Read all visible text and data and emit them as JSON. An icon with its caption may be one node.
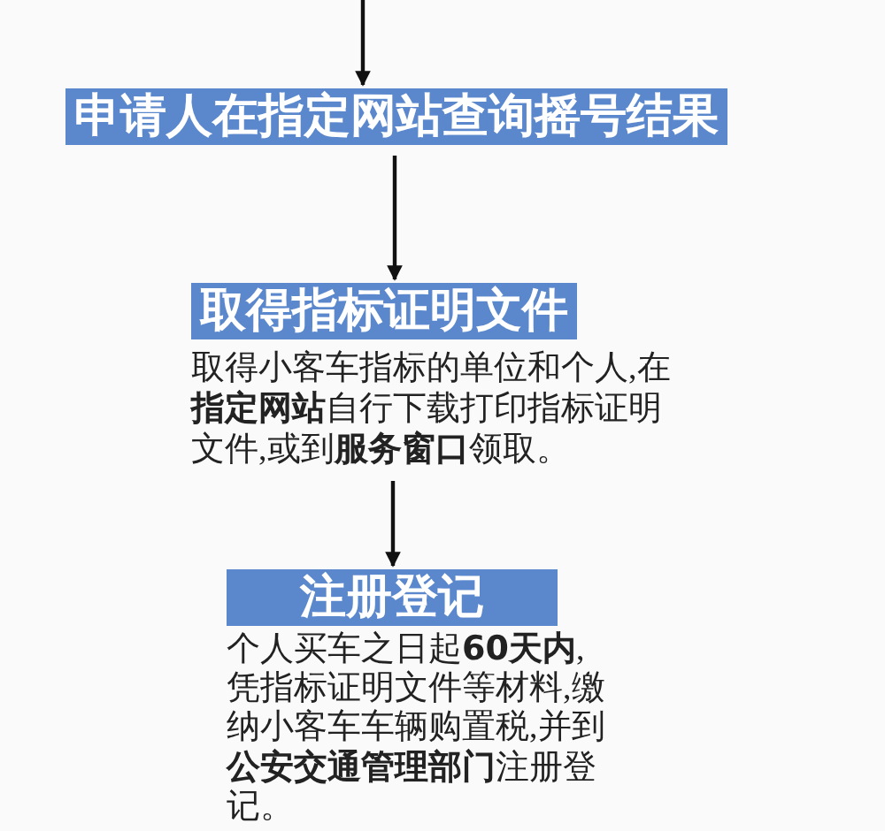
{
  "diagram": {
    "nodes": [
      {
        "text": [
          "申请人在指定网站查询摇号结果"
        ]
      },
      {
        "text": [
          "取得指标证明文件"
        ]
      },
      {
        "text": [
          "取得小客车指标的单位和个人,在**指定网站**自行下载打印指标证明文件,或到**服务窗口**领取。"
        ]
      },
      {
        "text": [
          "注册登记"
        ],
        "beside": [
          "个人买车之日起**60天内**,凭指标证明文件等材料,缴纳小客车车辆购置税,并到**公安交通管理部门**注册登记。"
        ]
      }
    ],
    "edges": [
      {
        "from": null,
        "to": 0,
        "arrow": "to"
      },
      {
        "from": 0,
        "to": 1,
        "arrow": "to"
      },
      {
        "from": 2,
        "to": 3,
        "arrow": "to"
      }
    ]
  }
}
